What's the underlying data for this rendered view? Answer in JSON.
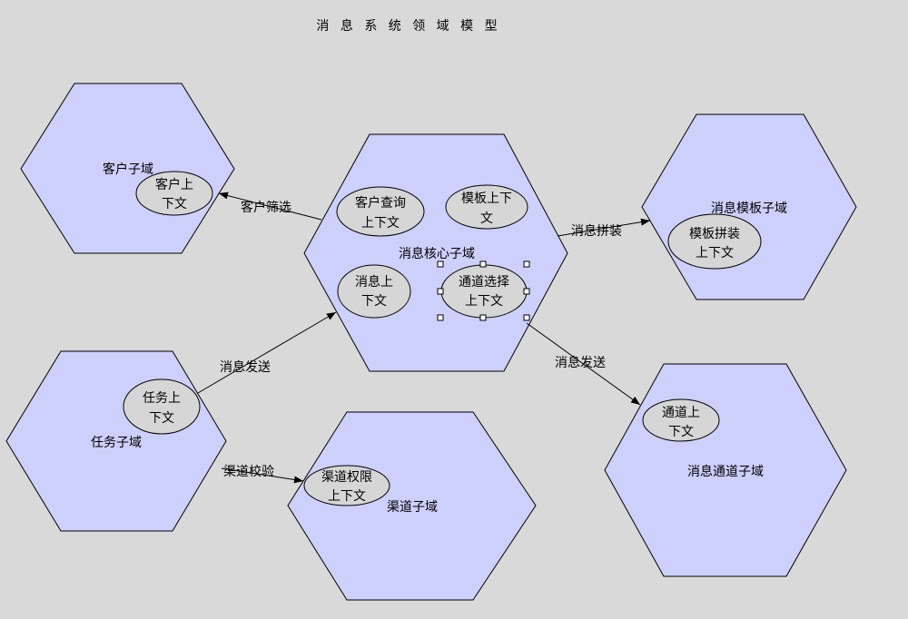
{
  "title": "消 息 系 统 领 域 模 型",
  "colors": {
    "background": "#d9d9d9",
    "hex_fill": "#ccd0fb",
    "context_fill": "#d6d6d6",
    "stroke": "#000000"
  },
  "domains": {
    "customer": "客户子域",
    "core": "消息核心子域",
    "template": "消息模板子域",
    "task": "任务子域",
    "channel_auth": "渠道子域",
    "channel": "消息通道子域"
  },
  "contexts": {
    "customer": [
      "客户上",
      "下文"
    ],
    "customer_query": [
      "客户查询",
      "上下文"
    ],
    "template_ctx": [
      "模板上下",
      "文"
    ],
    "message": [
      "消息上",
      "下文"
    ],
    "channel_select": [
      "通道选择",
      "上下文"
    ],
    "template_assembly": [
      "模板拼装",
      "上下文"
    ],
    "task": [
      "任务上",
      "下文"
    ],
    "channel_permission": [
      "渠道权限",
      "上下文"
    ],
    "channel_ctx": [
      "通道上",
      "下文"
    ]
  },
  "edges": {
    "customer_filter": "客户筛选",
    "message_assembly": "消息拼装",
    "task_send": "消息发送",
    "channel_send": "消息发送",
    "channel_check": "渠道校验"
  }
}
